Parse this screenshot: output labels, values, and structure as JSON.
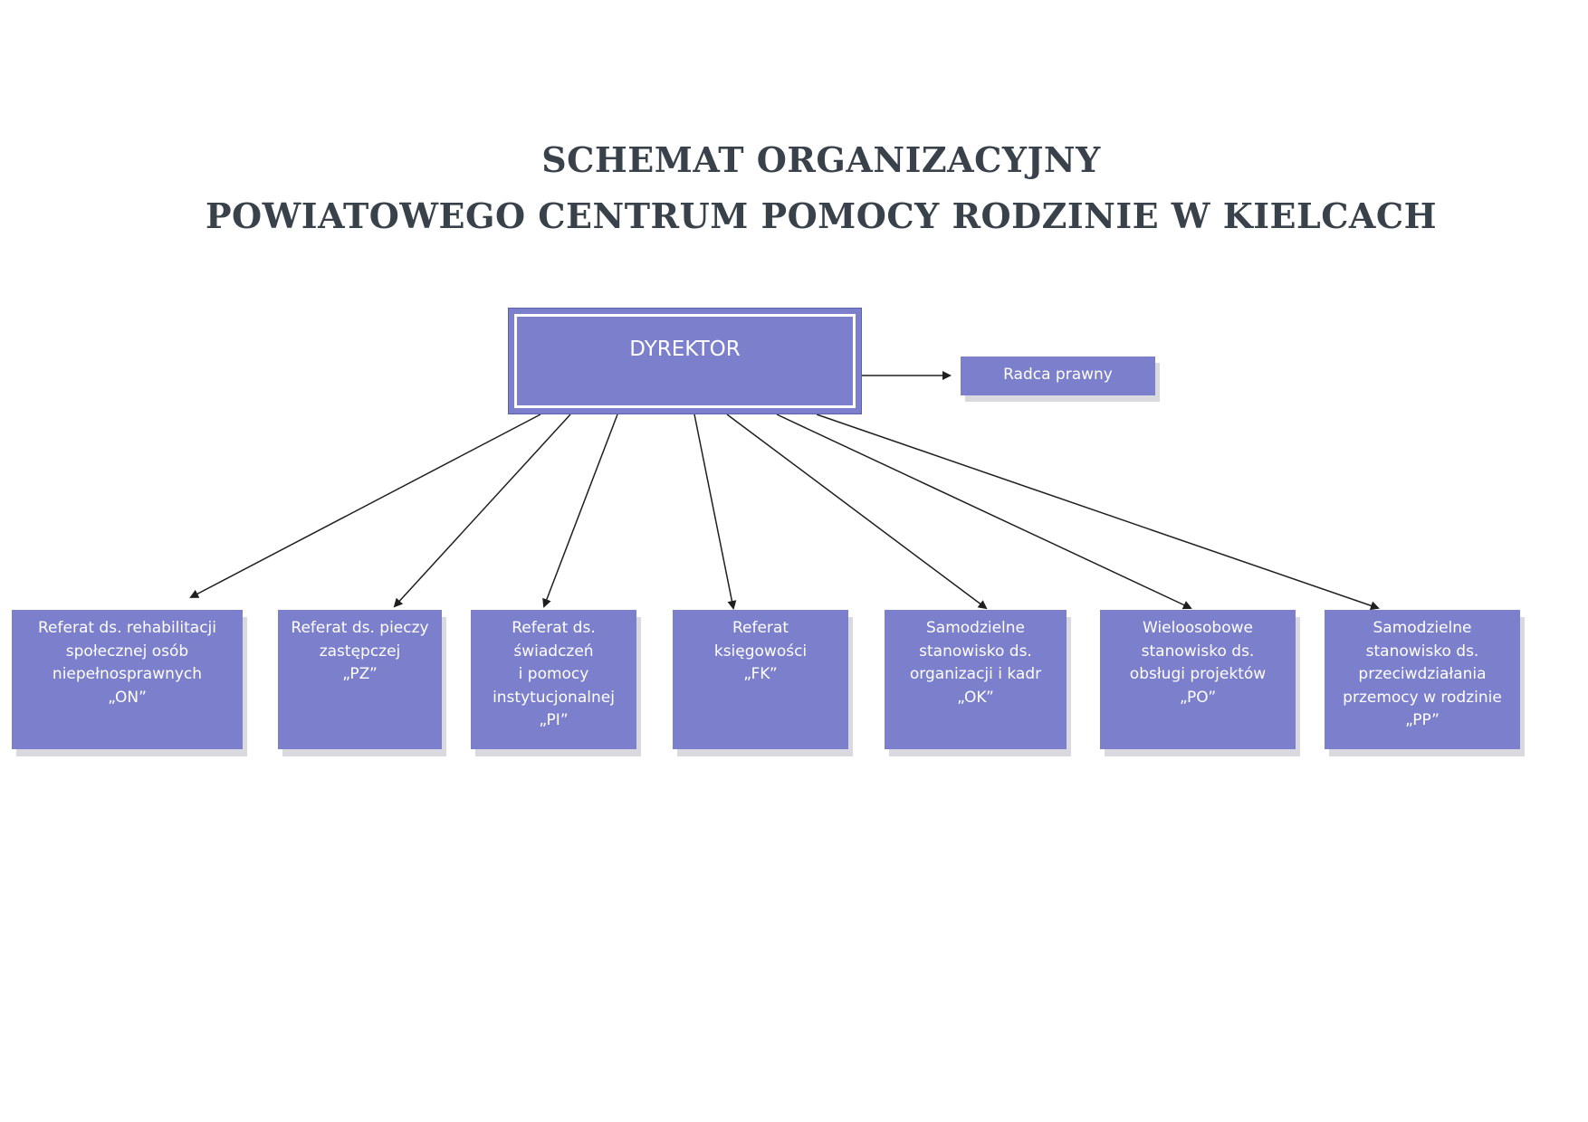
{
  "title": {
    "line1": "SCHEMAT ORGANIZACYJNY",
    "line2": "POWIATOWEGO CENTRUM POMOCY RODZINIE W KIELCACH"
  },
  "director": {
    "label": "DYREKTOR"
  },
  "legal_counsel": {
    "label": "Radca prawny"
  },
  "units": [
    {
      "id": "ON",
      "label": "Referat ds. rehabilitacji\nspołecznej osób\nniepełnosprawnych\n„ON”"
    },
    {
      "id": "PZ",
      "label": "Referat ds. pieczy\nzastępczej\n„PZ”"
    },
    {
      "id": "PI",
      "label": "Referat ds.\nświadczeń\ni pomocy\ninstytucjonalnej\n„PI”"
    },
    {
      "id": "FK",
      "label": "Referat\nksięgowości\n„FK”"
    },
    {
      "id": "OK",
      "label": "Samodzielne\nstanowisko ds.\norganizacji i kadr\n„OK”"
    },
    {
      "id": "PO",
      "label": "Wieloosobowe\nstanowisko ds.\nobsługi projektów\n„PO”"
    },
    {
      "id": "PP",
      "label": "Samodzielne\nstanowisko ds.\nprzeciwdziałania\nprzemocy w rodzinie\n„PP”"
    }
  ],
  "colors": {
    "box_fill": "#7b7fcc",
    "box_text": "#ffffff",
    "title_text": "#39424a",
    "connector": "#1f1f1f"
  }
}
